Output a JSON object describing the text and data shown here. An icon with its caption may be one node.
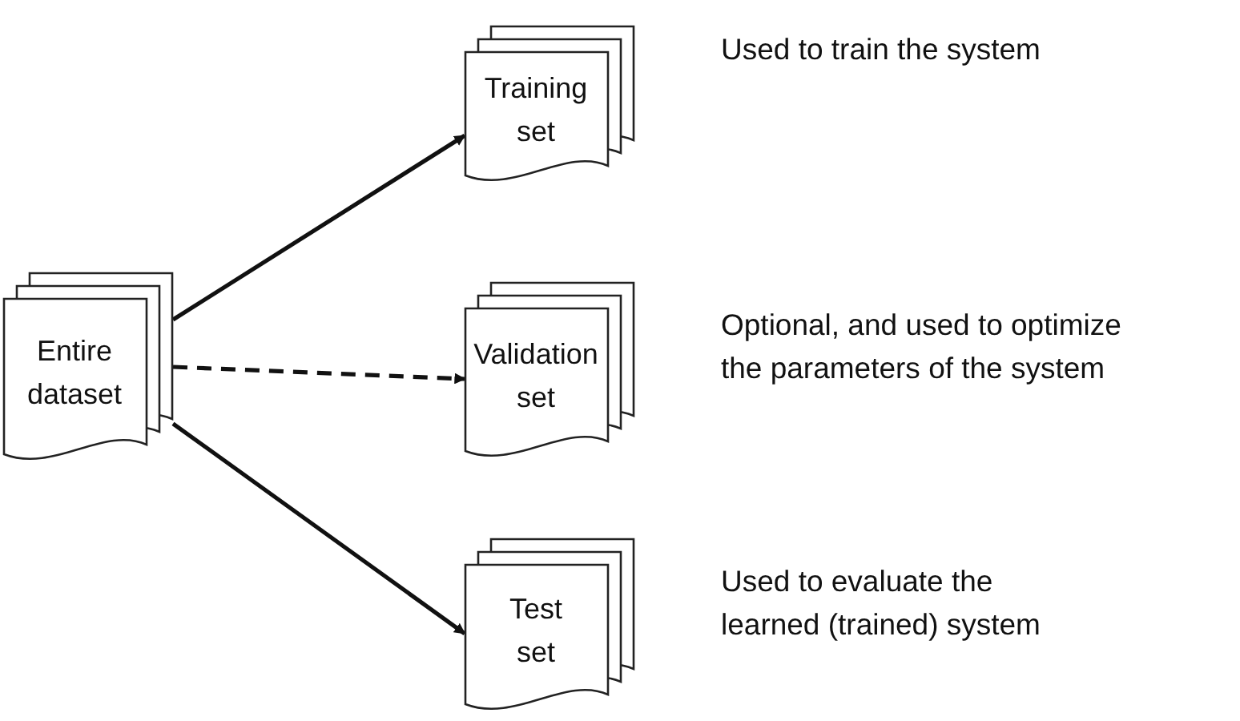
{
  "diagram": {
    "nodes": [
      {
        "text": [
          "Entire dataset"
        ]
      },
      {
        "text": [
          "Training set"
        ],
        "beside": [
          "Used to train the system"
        ]
      },
      {
        "text": [
          "Validation set"
        ],
        "beside": [
          "Optional, and used to optimize the parameters of the system"
        ]
      },
      {
        "text": [
          "Test set"
        ],
        "beside": [
          "Used to evaluate the learned (trained) system"
        ]
      }
    ],
    "edges": [
      {
        "from": 0,
        "to": 1,
        "arrow": "to"
      },
      {
        "from": 0,
        "to": 2,
        "arrow": "to",
        "style": "dashed"
      },
      {
        "from": 0,
        "to": 3,
        "arrow": "to"
      }
    ]
  }
}
